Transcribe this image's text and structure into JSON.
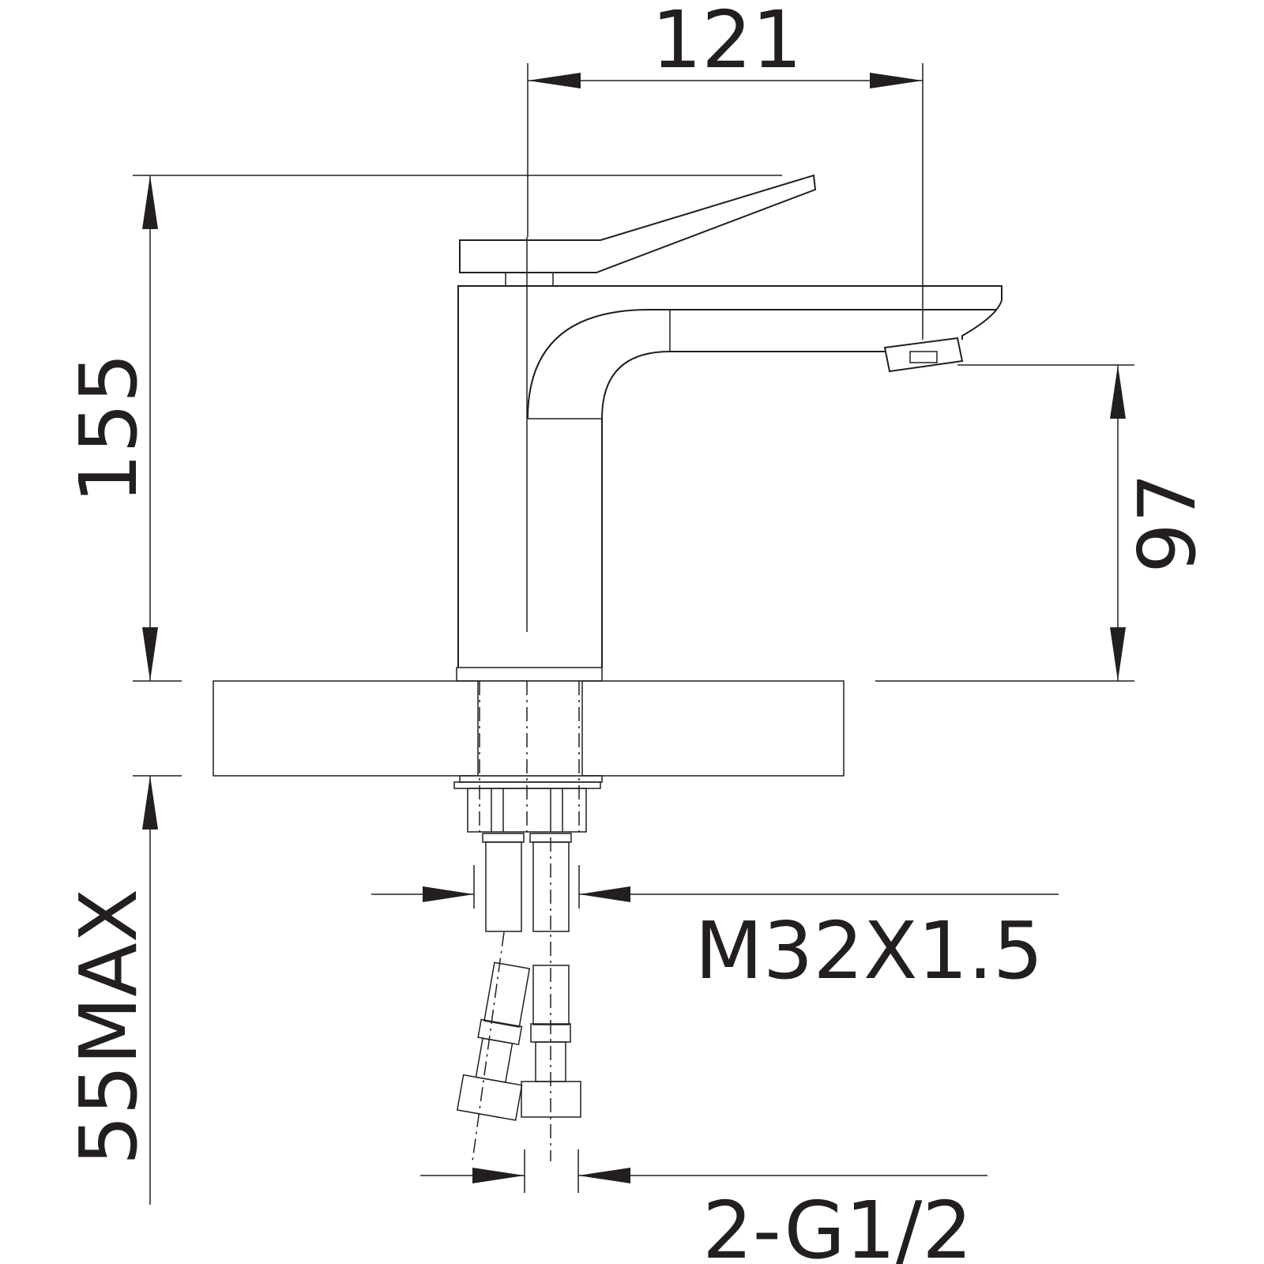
{
  "drawing": {
    "dimensions": {
      "spout_reach": "121",
      "total_height": "155",
      "spout_height": "97",
      "counter_thickness": "55MAX",
      "mount_thread": "M32X1.5",
      "hose_connections": "2-G1/2"
    },
    "line_color": "#231f20"
  }
}
